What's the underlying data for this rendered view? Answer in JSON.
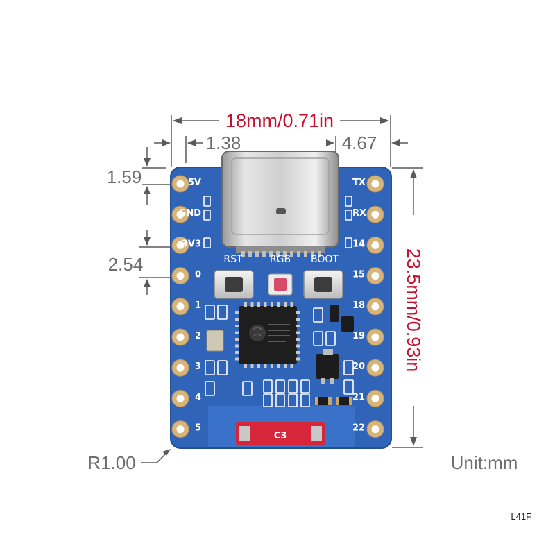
{
  "dimensions": {
    "width": "18mm/0.71in",
    "height": "23.5mm/0.93in",
    "usb_left_offset": "1.38",
    "usb_right_offset": "4.67",
    "top_pin_offset": "1.59",
    "pin_pitch": "2.54",
    "corner_radius": "R1.00",
    "unit": "Unit:mm"
  },
  "board": {
    "left_pins": [
      "5V",
      "GND",
      "3V3",
      "0",
      "1",
      "2",
      "3",
      "4",
      "5"
    ],
    "right_pins": [
      "TX",
      "RX",
      "14",
      "15",
      "18",
      "19",
      "20",
      "21",
      "22"
    ],
    "buttons": {
      "rst": "RST",
      "rgb": "RGB",
      "boot": "BOOT"
    },
    "chip_label": "C3"
  },
  "product_code": "L41F",
  "colors": {
    "pcb_blue": "#2f64b8",
    "gold_pad": "#d7b47a",
    "dimension_red": "#c8102e",
    "dimension_gray": "#6e6e6e"
  }
}
